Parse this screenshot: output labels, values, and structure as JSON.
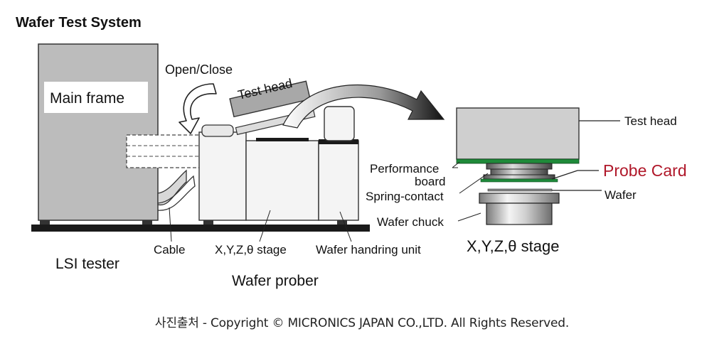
{
  "title": "Wafer Test System",
  "left_assembly": {
    "main_frame": "Main frame",
    "open_close": "Open/Close",
    "test_head": "Test head",
    "cable": "Cable",
    "xyz_stage": "X,Y,Z,θ stage",
    "wafer_handling": "Wafer handring unit",
    "lsi_tester": "LSI tester",
    "wafer_prober": "Wafer prober"
  },
  "right_assembly": {
    "test_head": "Test head",
    "performance_board_1": "Performance",
    "performance_board_2": "board",
    "probe_card": "Probe Card",
    "spring_contact": "Spring-contact",
    "wafer": "Wafer",
    "wafer_chuck": "Wafer chuck",
    "xyz_stage": "X,Y,Z,θ stage"
  },
  "credit": "사진출처 - Copyright © MICRONICS JAPAN CO.,LTD. All Rights Reserved.",
  "colors": {
    "probe_card": "#b0182a",
    "performance_board": "#1f8a3a",
    "frame_fill": "#b8b8b8",
    "light_fill": "#f2f2f2"
  }
}
